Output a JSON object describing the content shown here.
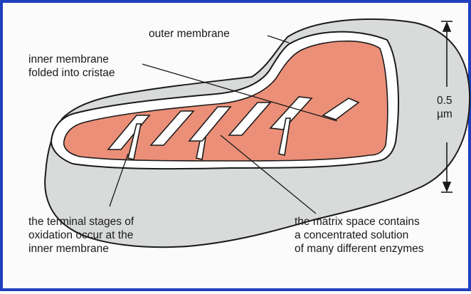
{
  "labels": {
    "outer_membrane": "outer membrane",
    "inner_membrane_line1": "inner membrane",
    "inner_membrane_line2": "folded into cristae",
    "scale_value": "0.5",
    "scale_unit": "µm",
    "terminal_line1": "the terminal stages of",
    "terminal_line2": "oxidation occur at the",
    "terminal_line3": "inner membrane",
    "matrix_line1": "the matrix space contains",
    "matrix_line2": "a concentrated solution",
    "matrix_line3": "of many different enzymes"
  },
  "colors": {
    "frame_border": "#1f3fbf",
    "outer_shell": "#d8dbd9",
    "matrix_fill": "#ec8f78",
    "outline": "#1a1a1a"
  }
}
